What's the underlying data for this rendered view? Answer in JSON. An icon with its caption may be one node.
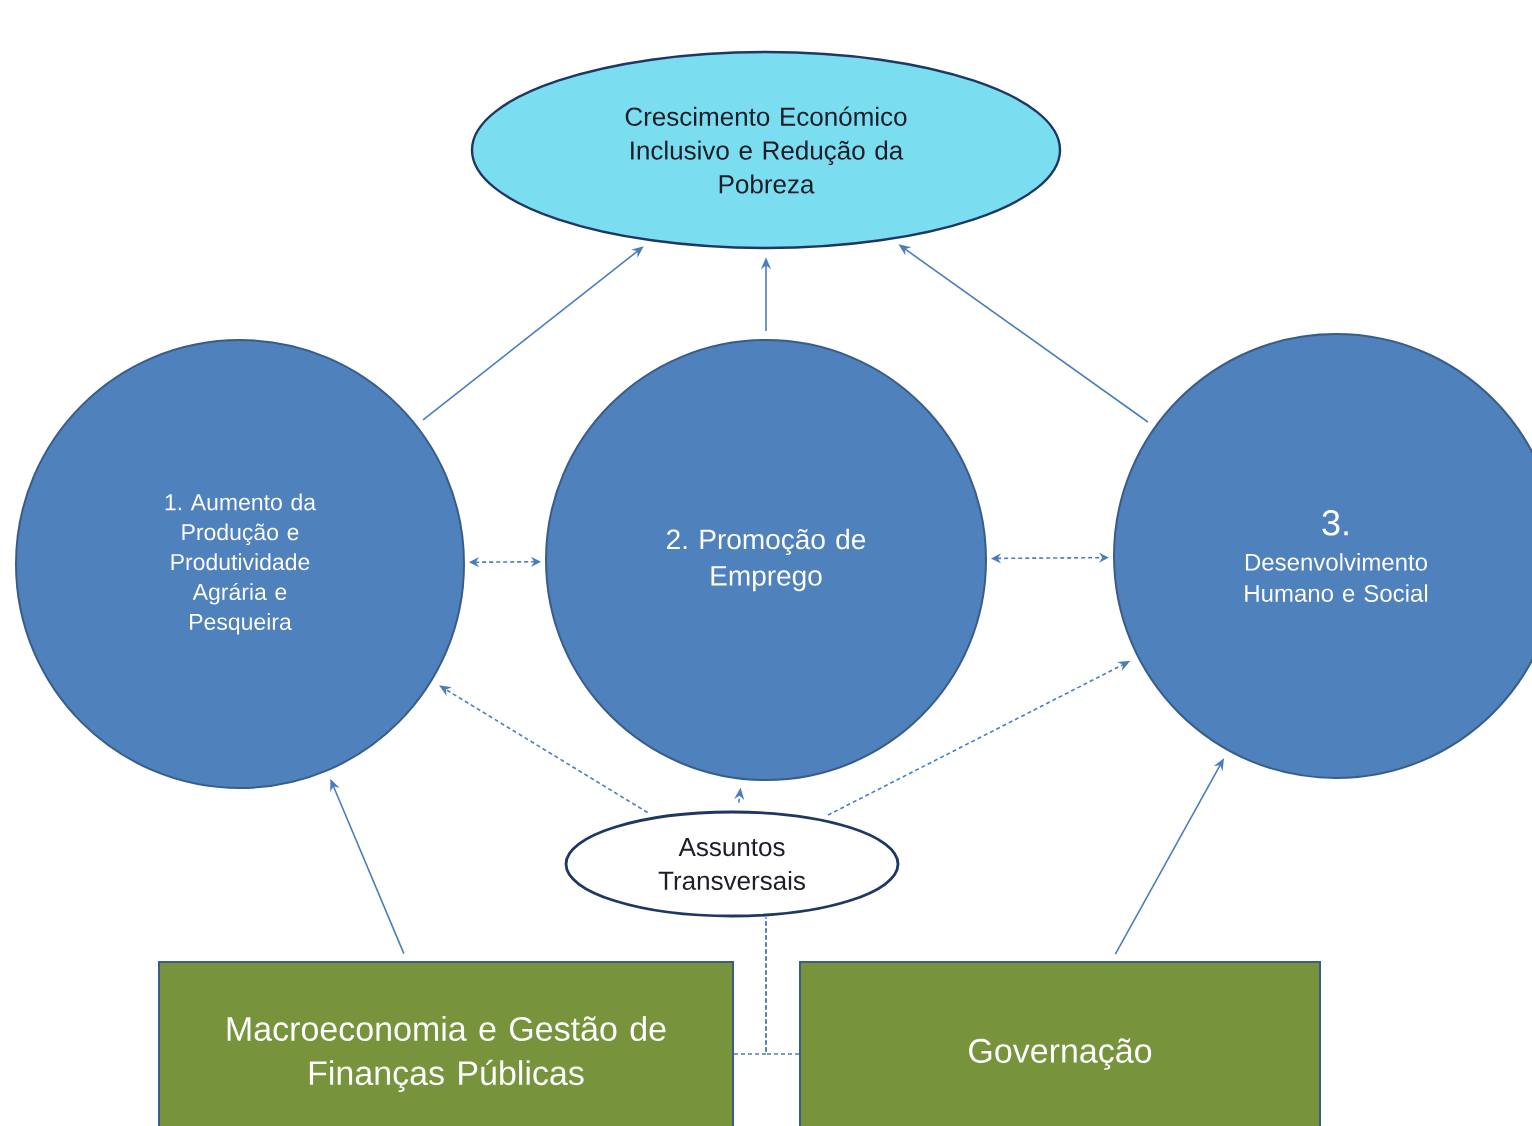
{
  "diagram": {
    "nodes": [
      {
        "text": [
          "Crescimento Económico Inclusivo e Redução da Pobreza"
        ]
      },
      {
        "text": [
          "1. Aumento da Produção e Produtividade Agrária e Pesqueira"
        ]
      },
      {
        "text": [
          "2. Promoção de Emprego"
        ]
      },
      {
        "text": [
          "3.",
          "Desenvolvimento Humano e Social"
        ]
      },
      {
        "text": [
          "Assuntos Transversais"
        ]
      },
      {
        "text": [
          "Macroeconomia e Gestão de Finanças Públicas"
        ]
      },
      {
        "text": [
          "Governação"
        ]
      }
    ],
    "edges": [
      {
        "from": 1,
        "to": 0,
        "arrow": "to"
      },
      {
        "from": 2,
        "to": 0,
        "arrow": "to"
      },
      {
        "from": 3,
        "to": 0,
        "arrow": "to"
      },
      {
        "from": 1,
        "to": 2,
        "arrow": "both",
        "style": "dashed"
      },
      {
        "from": 2,
        "to": 3,
        "arrow": "both",
        "style": "dashed"
      },
      {
        "from": 4,
        "to": 1,
        "arrow": "to",
        "style": "dashed"
      },
      {
        "from": 4,
        "to": 2,
        "arrow": "to",
        "style": "dashed"
      },
      {
        "from": 4,
        "to": 3,
        "arrow": "to",
        "style": "dashed"
      },
      {
        "from": 5,
        "to": 1,
        "arrow": "to"
      },
      {
        "from": 6,
        "to": 3,
        "arrow": "to"
      },
      {
        "from": 5,
        "to": 4,
        "arrow": "none",
        "style": "dashed"
      },
      {
        "from": 6,
        "to": 4,
        "arrow": "none",
        "style": "dashed"
      }
    ]
  }
}
